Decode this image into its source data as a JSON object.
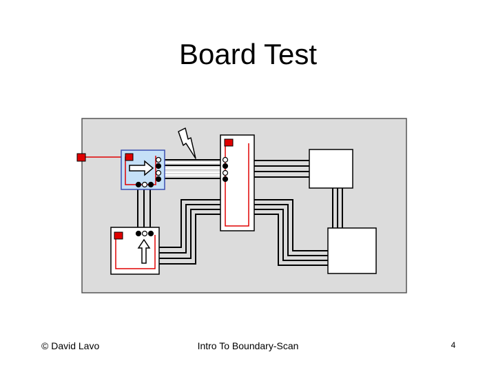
{
  "slide": {
    "title": "Board Test",
    "footer_left": "© David Lavo",
    "footer_center": "Intro To Boundary-Scan",
    "page_number": "4"
  },
  "colors": {
    "board": "#dcdcdc",
    "chip_fill": "#ffffff",
    "bscan_fill": "#c5e0f7",
    "bscan_border": "#3a4fb0",
    "scan_path": "#e00000",
    "tap_pad": "#e00000",
    "trace": "#000000"
  },
  "icons": {
    "fault": "lightning-bolt-icon",
    "shift_right": "right-arrow-icon",
    "shift_up": "up-arrow-icon"
  }
}
